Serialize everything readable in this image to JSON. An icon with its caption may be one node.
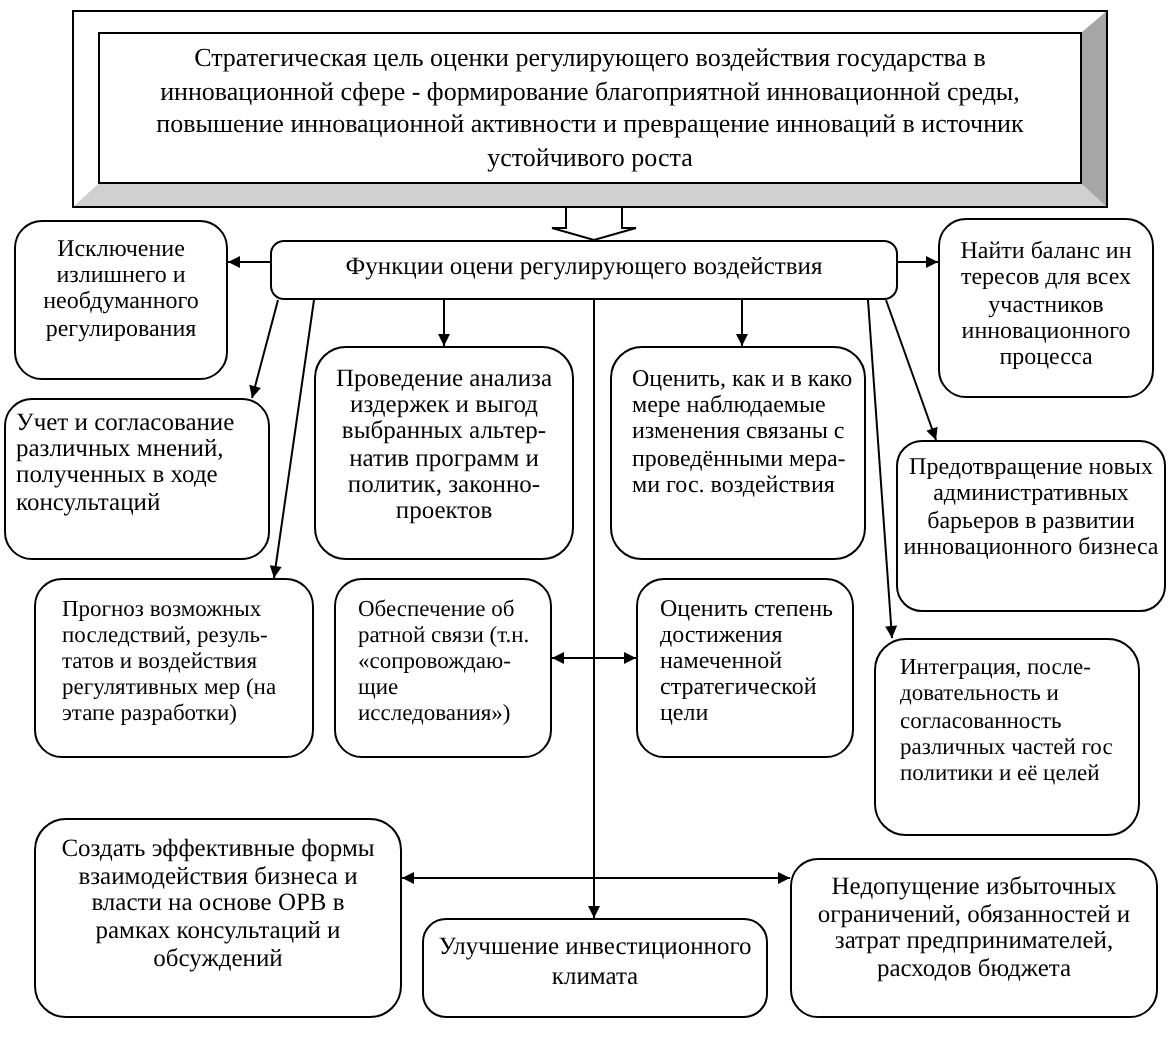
{
  "diagram": {
    "nodes": [
      {
        "text": [
          "Стратегическая цель оценки регулирующего воздействия государства в инновационной сфере - формирование благоприятной инновационной среды, повышение инновационной активности и превращение инноваций в источник устойчивого роста"
        ]
      },
      {
        "text": [
          "Функции оцени регулирующего воздействия"
        ]
      },
      {
        "text": [
          "Исключение излишнего и необдуманного регулирования"
        ]
      },
      {
        "text": [
          "Найти баланс ин тересов для всех участников инновационного процесса"
        ]
      },
      {
        "text": [
          "Учет и согласование различных мнений, полученных в ходе консультаций"
        ]
      },
      {
        "text": [
          "Проведение анализа издержек и выгод выбранных альтер- натив программ и политик, законно- проектов"
        ]
      },
      {
        "text": [
          "Оценить, как и в како мере наблюдаемые изменения связаны с проведёнными мера- ми гос. воздействия"
        ]
      },
      {
        "text": [
          "Предотвращение новых административных барьеров в развитии инновационного бизнеса"
        ]
      },
      {
        "text": [
          "Прогноз возможных последствий, резуль- татов и воздействия регулятивных мер (на этапе разработки)"
        ]
      },
      {
        "text": [
          "Обеспечение об ратной связи (т.н. «сопровождаю- щие исследования»)"
        ]
      },
      {
        "text": [
          "Оценить степень достижения намеченной стратегической цели"
        ]
      },
      {
        "text": [
          "Интеграция, после- довательность и согласованность различных частей гос политики и её целей"
        ]
      },
      {
        "text": [
          "Создать эффективные формы взаимодействия бизнеса и власти на основе ОРВ в рамках консультаций и обсуждений"
        ]
      },
      {
        "text": [
          "Улучшение инвестиционного климата"
        ]
      },
      {
        "text": [
          "Недопущение избыточных ограничений, обязанностей и затрат предпринимателей, расходов бюджета"
        ]
      }
    ],
    "edges": [
      {
        "from": 0,
        "to": 1,
        "arrow": "to",
        "style": "thick"
      },
      {
        "from": 1,
        "to": 2,
        "arrow": "to"
      },
      {
        "from": 1,
        "to": 3,
        "arrow": "to"
      },
      {
        "from": 1,
        "to": 4,
        "arrow": "to"
      },
      {
        "from": 1,
        "to": 5,
        "arrow": "to"
      },
      {
        "from": 1,
        "to": 6,
        "arrow": "to"
      },
      {
        "from": 1,
        "to": 7,
        "arrow": "to"
      },
      {
        "from": 1,
        "to": 8,
        "arrow": "to"
      },
      {
        "from": 1,
        "to": 11,
        "arrow": "to"
      },
      {
        "from": 1,
        "to": 9,
        "arrow": "to"
      },
      {
        "from": 1,
        "to": 10,
        "arrow": "to"
      },
      {
        "from": 1,
        "to": 12,
        "arrow": "to"
      },
      {
        "from": 1,
        "to": 14,
        "arrow": "to"
      },
      {
        "from": 1,
        "to": 13,
        "arrow": "to"
      }
    ]
  }
}
